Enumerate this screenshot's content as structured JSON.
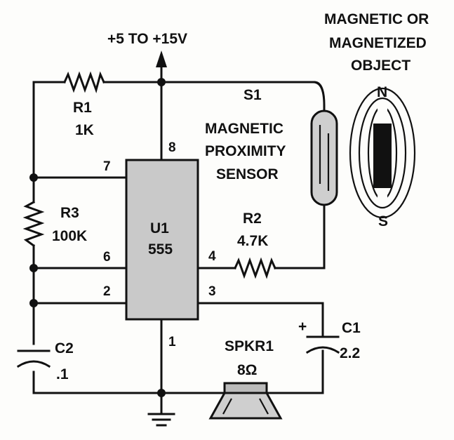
{
  "supply": {
    "label": "+5 TO +15V"
  },
  "object": {
    "line1": "MAGNETIC OR",
    "line2": "MAGNETIZED",
    "line3": "OBJECT",
    "north": "N",
    "south": "S"
  },
  "sensor": {
    "ref": "S1",
    "line1": "MAGNETIC",
    "line2": "PROXIMITY",
    "line3": "SENSOR"
  },
  "r1": {
    "ref": "R1",
    "value": "1K"
  },
  "r2": {
    "ref": "R2",
    "value": "4.7K"
  },
  "r3": {
    "ref": "R3",
    "value": "100K"
  },
  "c1": {
    "ref": "C1",
    "value": "2.2",
    "polarity": "+"
  },
  "c2": {
    "ref": "C2",
    "value": ".1"
  },
  "speaker": {
    "ref": "SPKR1",
    "value": "8Ω"
  },
  "ic": {
    "ref": "U1",
    "part": "555",
    "pins": {
      "p1": "1",
      "p2": "2",
      "p3": "3",
      "p4": "4",
      "p6": "6",
      "p7": "7",
      "p8": "8"
    }
  }
}
